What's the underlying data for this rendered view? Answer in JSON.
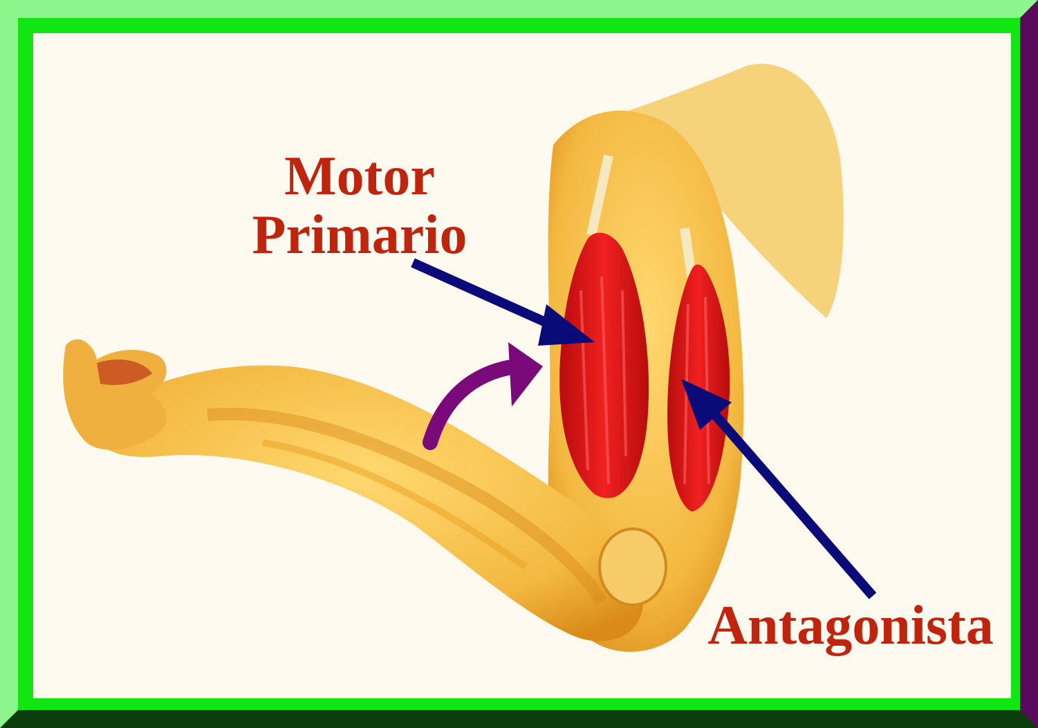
{
  "labels": {
    "prime_mover_line1": "Motor",
    "prime_mover_line2": "Primario",
    "antagonist": "Antagonista"
  },
  "colors": {
    "outer_border": "#8cf58c",
    "inner_border": "#12e612",
    "shadow_border": "#0a3d0a",
    "background": "#fffaf0",
    "skin": "#f3b840",
    "skin_shadow": "#d98a18",
    "muscle": "#e01818",
    "label": "#c0240c",
    "pointer_arrow": "#0a0a78",
    "motion_arrow": "#7a0a7a"
  },
  "icons": {
    "arm": "flexed-arm-anatomy-illustration",
    "biceps": "biceps-muscle",
    "triceps": "triceps-muscle",
    "pointer": "arrow-pointer",
    "motion": "curved-flexion-arrow"
  }
}
